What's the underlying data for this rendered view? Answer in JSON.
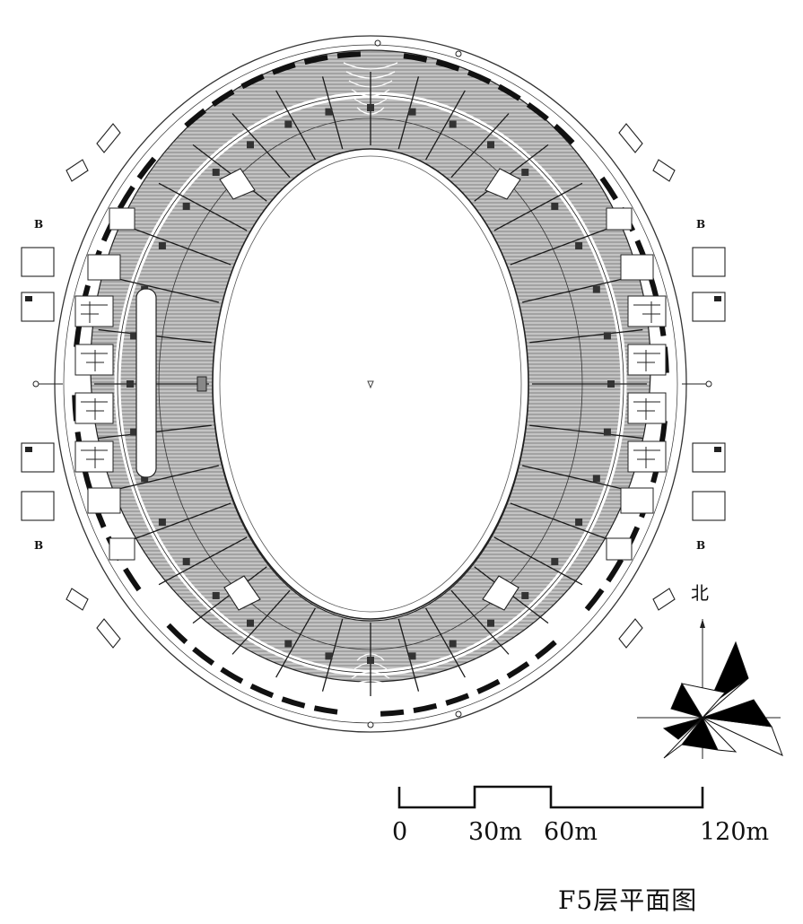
{
  "title": "F5层平面图",
  "north_label": "北",
  "scale_bar": {
    "labels": [
      "0",
      "30m",
      "60m",
      "120m"
    ]
  },
  "tower_labels": [
    "B",
    "B",
    "B",
    "B"
  ],
  "colors": {
    "line": "#1a1a1a",
    "seat_fill": "#b9b9b9",
    "dark": "#000000",
    "background": "#ffffff"
  }
}
